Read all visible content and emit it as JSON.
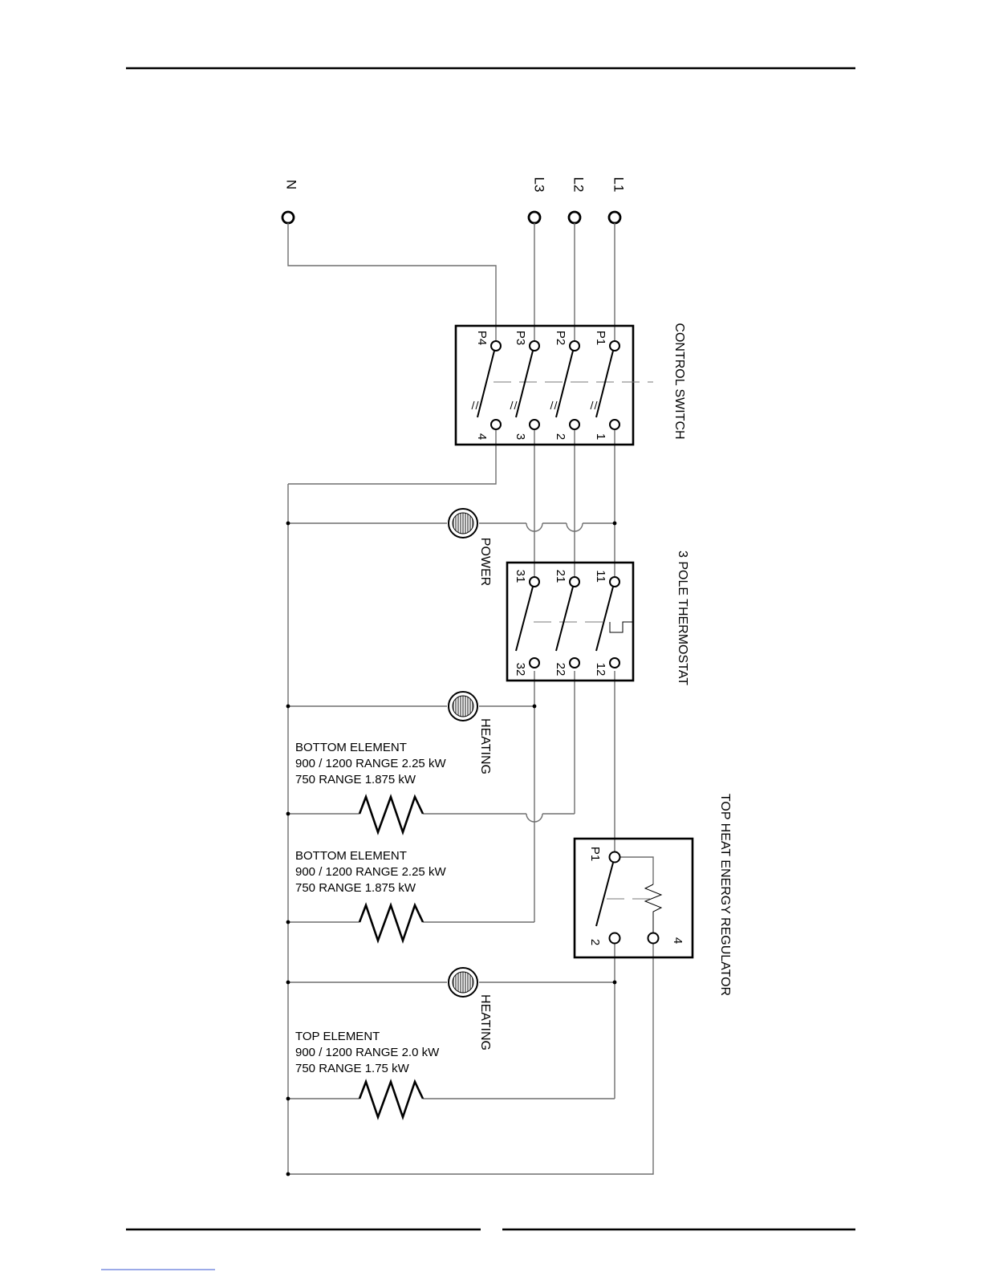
{
  "terminals": {
    "n": "N",
    "l3": "L3",
    "l2": "L2",
    "l1": "L1"
  },
  "control_switch": {
    "title": "CONTROL SWITCH",
    "p4": "P4",
    "p3": "P3",
    "p2": "P2",
    "p1": "P1",
    "t4": "4",
    "t3": "3",
    "t2": "2",
    "t1": "1"
  },
  "thermostat": {
    "title": "3 POLE THERMOSTAT",
    "t31": "31",
    "t21": "21",
    "t11": "11",
    "t32": "32",
    "t22": "22",
    "t12": "12"
  },
  "regulator": {
    "title": "TOP HEAT ENERGY REGULATOR",
    "p1": "P1",
    "t2": "2",
    "t4": "4"
  },
  "lamps": {
    "power": "POWER",
    "heating1": "HEATING",
    "heating2": "HEATING"
  },
  "elements": {
    "bottom1": [
      "BOTTOM ELEMENT",
      "900 / 1200 RANGE 2.25 kW",
      "750 RANGE 1.875 kW"
    ],
    "bottom2": [
      "BOTTOM ELEMENT",
      "900 / 1200 RANGE 2.25 kW",
      "750 RANGE 1.875 kW"
    ],
    "top": [
      "TOP ELEMENT",
      "900 / 1200 RANGE 2.0 kW",
      "750 RANGE 1.75 kW"
    ]
  },
  "colors": {
    "ink": "#000000",
    "wire": "#6e6e6e",
    "lamp_fill": "#999999"
  }
}
